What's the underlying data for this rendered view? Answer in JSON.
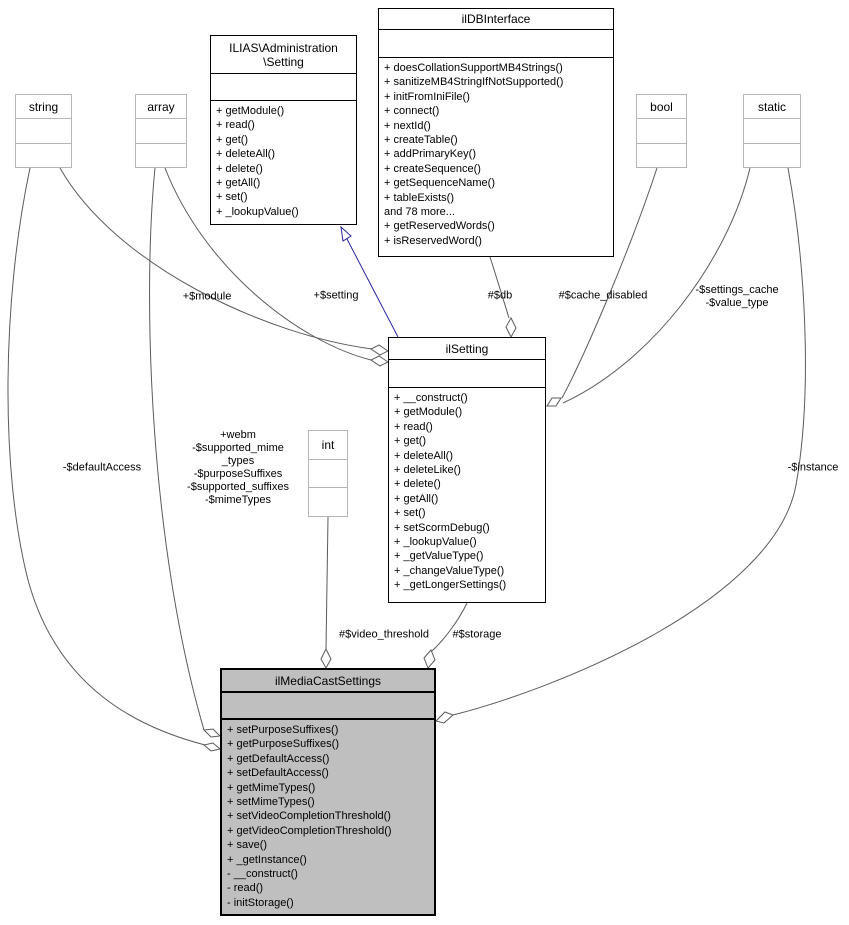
{
  "diagram_type": "uml-collaboration-graph",
  "colors": {
    "edge": "#5b5b5b",
    "inheritance_edge": "#2727a0",
    "class_border": "#000000",
    "type_box_border": "#b6b6b6",
    "highlighted_class_fill": "#bfbfbf",
    "class_fill": "#ffffff"
  },
  "classes": {
    "setting_ns": {
      "name_lines": [
        "ILIAS\\Administration",
        "\\Setting"
      ],
      "methods": [
        "+ getModule()",
        "+ read()",
        "+ get()",
        "+ deleteAll()",
        "+ delete()",
        "+ getAll()",
        "+ set()",
        "+ _lookupValue()"
      ]
    },
    "db": {
      "name": "ilDBInterface",
      "methods": [
        "+ doesCollationSupportMB4Strings()",
        "+ sanitizeMB4StringIfNotSupported()",
        "+ initFromIniFile()",
        "+ connect()",
        "+ nextId()",
        "+ createTable()",
        "+ addPrimaryKey()",
        "+ createSequence()",
        "+ getSequenceName()",
        "+ tableExists()",
        "and 78 more...",
        "+ getReservedWords()",
        "+ isReservedWord()"
      ]
    },
    "ilsetting": {
      "name": "ilSetting",
      "methods": [
        "+ __construct()",
        "+ getModule()",
        "+ read()",
        "+ get()",
        "+ deleteAll()",
        "+ deleteLike()",
        "+ delete()",
        "+ getAll()",
        "+ set()",
        "+ setScormDebug()",
        "+ _lookupValue()",
        "+ _getValueType()",
        "+ _changeValueType()",
        "+ _getLongerSettings()"
      ]
    },
    "mediacast": {
      "name": "ilMediaCastSettings",
      "methods": [
        "+ setPurposeSuffixes()",
        "+ getPurposeSuffixes()",
        "+ getDefaultAccess()",
        "+ setDefaultAccess()",
        "+ getMimeTypes()",
        "+ setMimeTypes()",
        "+ setVideoCompletionThreshold()",
        "+ getVideoCompletionThreshold()",
        "+ save()",
        "+ _getInstance()",
        "- __construct()",
        "- read()",
        "- initStorage()"
      ]
    }
  },
  "types": {
    "string": "string",
    "array": "array",
    "bool": "bool",
    "static": "static",
    "int": "int"
  },
  "edge_labels": {
    "module": "+$module",
    "setting": "+$setting",
    "db": "#$db",
    "cache_disabled": "#$cache_disabled",
    "settings_cache_lines": [
      "-$settings_cache",
      "-$value_type"
    ],
    "default_access": "-$defaultAccess",
    "supported_lines": [
      "+webm",
      "-$supported_mime",
      "_types",
      "-$purposeSuffixes",
      "-$supported_suffixes",
      "-$mimeTypes"
    ],
    "video_threshold": "#$video_threshold",
    "storage": "#$storage",
    "instance": "-$instance"
  }
}
